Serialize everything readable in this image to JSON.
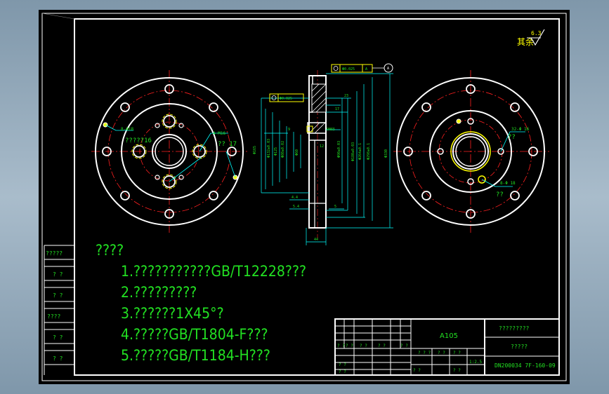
{
  "drawing": {
    "roughness_symbol": "其余",
    "roughness_value": "6.3",
    "left_view": {
      "label_holes_outer": "8-Φ18",
      "label_holes_inner": "4-M16",
      "label_text": "?????16",
      "label_right": "?? 17"
    },
    "right_view": {
      "label_holes_top": "32-Φ 16",
      "label_holes_right": "??",
      "label_holes_bottom": "8-Φ 18",
      "label_bottom_q": "??",
      "label_bottom_q2": "??"
    },
    "section": {
      "tolerance_1": "Φ0.025",
      "tolerance_1_ref": "A",
      "tolerance_2": "Φ0.025",
      "datum": "A",
      "dims": [
        "17",
        "23",
        "9",
        "12",
        "4.4",
        "5.4",
        "5",
        "44",
        "DN65"
      ]
    }
  },
  "notes": {
    "title": "????",
    "items": [
      "1.???????????GB/T12228???",
      "2.?????????",
      "3.??????1X45°?",
      "4.?????GB/T1804-F???",
      "5.?????GB/T1184-H???"
    ]
  },
  "left_strip": {
    "cells": [
      "?????",
      "? ?",
      "? ?",
      "????",
      "? ?",
      "? ?"
    ]
  },
  "title_block": {
    "material": "A105",
    "company": "?????????",
    "part_name": "?????",
    "drawing_number": "DN200034 7F-160-09",
    "small_row_1": [
      "? ?",
      "? ?",
      "? ?",
      "? ?",
      "? ?"
    ],
    "small_row_2": [
      "? ? ?",
      "? ?",
      "? ?",
      "1:2.5"
    ],
    "small_left": [
      "? ?",
      "? ?"
    ],
    "small_left_b": [
      "? ?",
      "? ?"
    ]
  },
  "colors": {
    "bg": "#000000",
    "border": "#ffffff",
    "centerline": "#ff2020",
    "dimension": "#00ffff",
    "text_green": "#22e022",
    "yellow": "#ffff00"
  }
}
